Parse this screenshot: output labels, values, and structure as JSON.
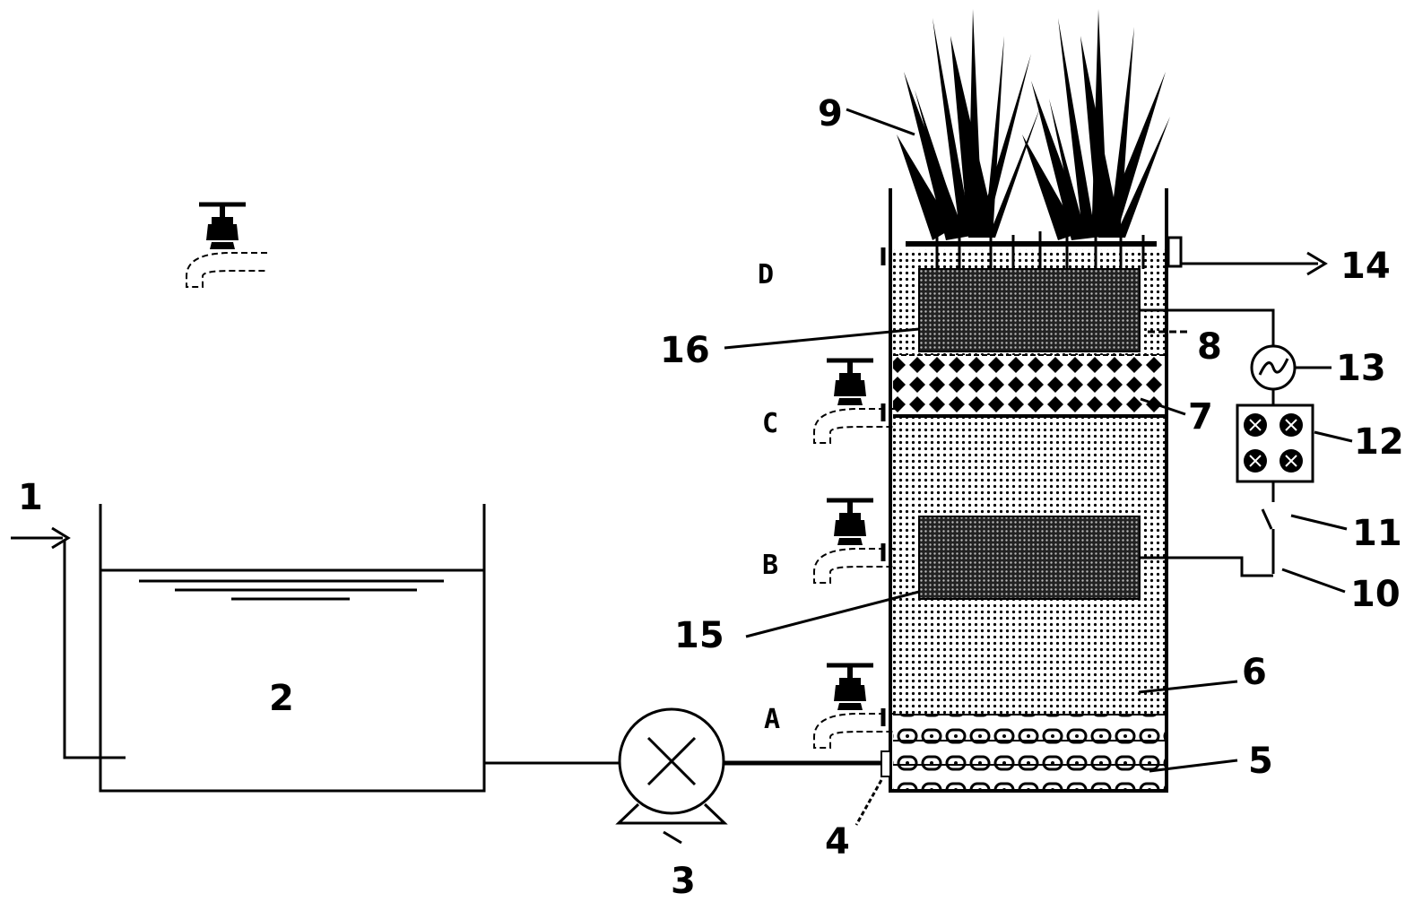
{
  "labels": {
    "inlet": "1",
    "tank": "2",
    "pump": "3",
    "inlet_valve": "4",
    "gravel_layer": "5",
    "lower_media": "6",
    "middle_media": "7",
    "upper_media": "8",
    "plants": "9",
    "outlet_pipe": "10",
    "switch": "11",
    "load_box": "12",
    "meter": "13",
    "effluent": "14",
    "anode": "15",
    "cathode": "16"
  },
  "taps": {
    "a": "A",
    "b": "B",
    "c": "C",
    "d": "D"
  }
}
